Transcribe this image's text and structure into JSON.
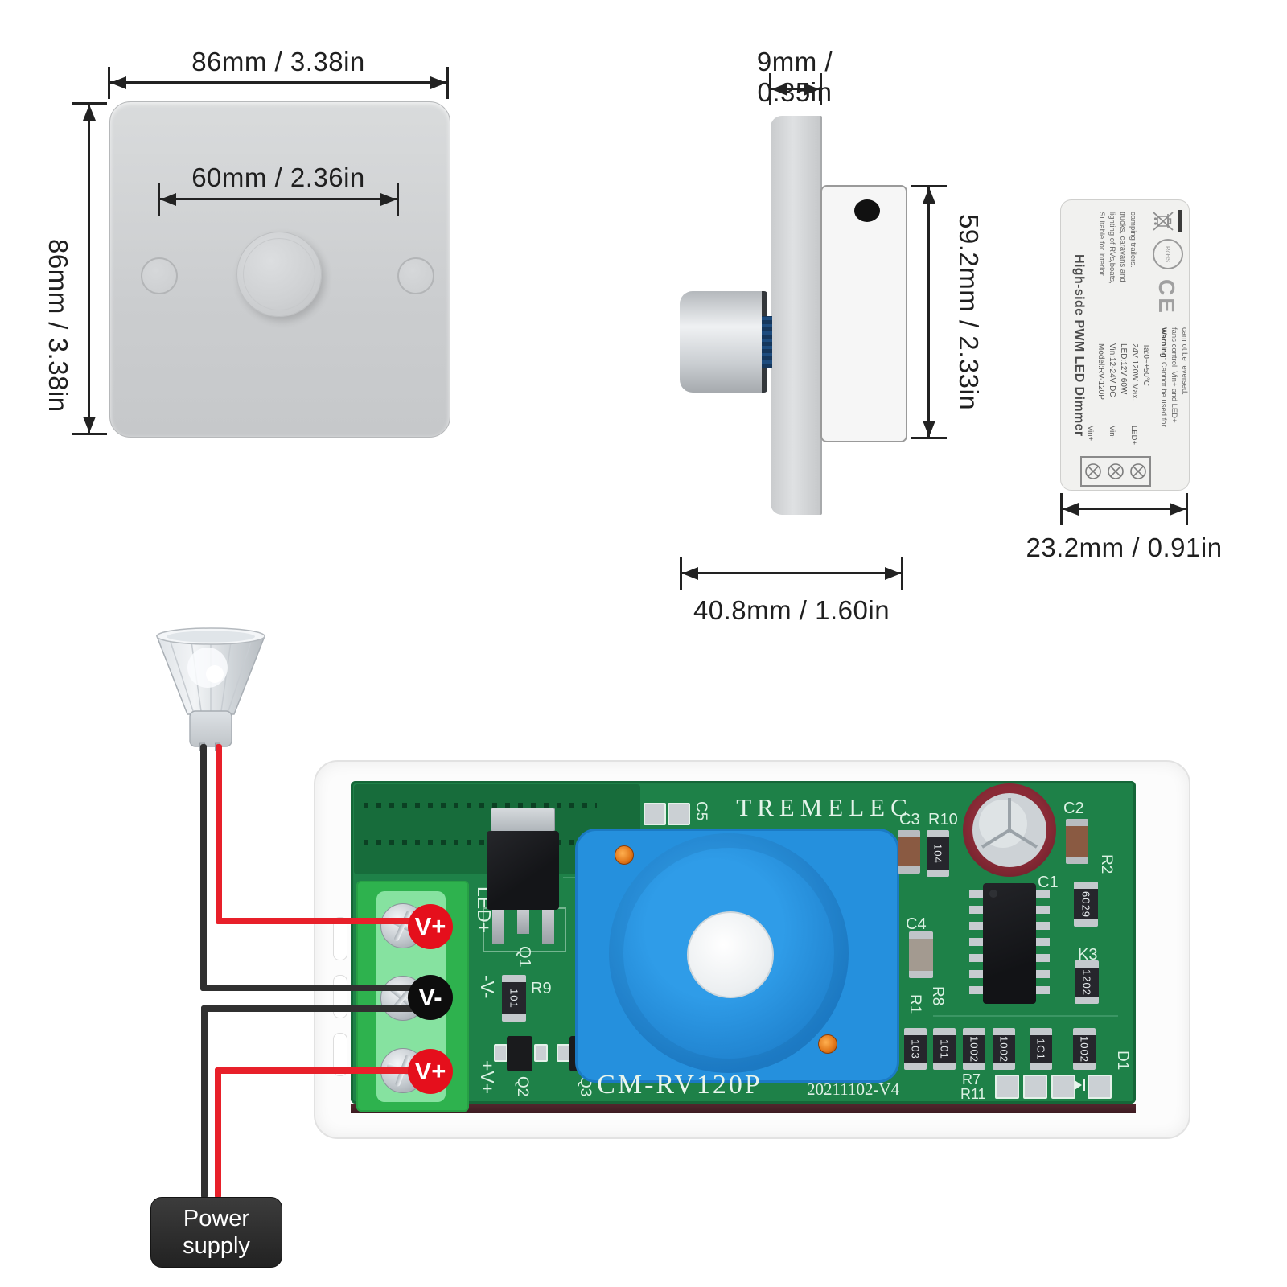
{
  "front_view": {
    "width_dim": "86mm / 3.38in",
    "height_dim": "86mm / 3.38in",
    "knob_dim": "60mm / 2.36in"
  },
  "side_view": {
    "plate_depth_dim": "9mm / 0.35in",
    "box_height_dim": "59.2mm / 2.33in",
    "total_depth_dim": "40.8mm / 1.60in"
  },
  "label": {
    "title": "High-side PWM LED Dimmer",
    "suitable_text": "Suitable for interior\nlighting of RVs,boats,\ntrucks, caravans and\ncamping trailers.",
    "specs_text": "Model:RV-120P\nVin:12-24V DC\nLED:12V 60W\n24V 120W Max.\nTa:0~+50°C",
    "terminals": [
      "Vin+",
      "Vin-",
      "LED+"
    ],
    "warning_bold": "Warning",
    "warning_text": ": Cannot be used for\nfans control, Vin+ and LED+\ncannot be reversed.",
    "ce_mark": "CE",
    "rohs_mark": "RoHS",
    "width_dim": "23.2mm / 0.91in"
  },
  "module": {
    "brand": "TREMELEC",
    "model_silk": "CM-RV120P",
    "version_silk": "20211102-V4",
    "badges": [
      "V+",
      "V-",
      "V+"
    ],
    "terminal_silk": [
      "LED+",
      "-V-",
      "+V+"
    ],
    "ref_labels": {
      "q1": "Q1",
      "q2": "Q2",
      "q3": "Q3",
      "r9": "R9",
      "r9_value": "101",
      "c5": "C5",
      "c3": "C3",
      "r10": "R10",
      "r10_value": "104",
      "c2": "C2",
      "c1": "C1",
      "c1_res_value": "6029",
      "r2": "R2",
      "c4": "C4",
      "r3": "K3",
      "r3_value": "1202",
      "r1": "R1",
      "r8": "R8",
      "r7": "R7",
      "r11": "R11",
      "d1": "D1"
    },
    "smd_row_values": [
      "103",
      "101",
      "1002",
      "1002",
      "1C1",
      "1002"
    ]
  },
  "wiring": {
    "power_supply_label": "Power\nsupply"
  },
  "colors": {
    "wire_positive": "#e8202a",
    "wire_negative": "#303030",
    "badge_red": "#e50f1c",
    "badge_black": "#0d0d0d",
    "pcb_green": "#1e8148",
    "pot_blue": "#2590dd",
    "terminal_green": "#2eb24e"
  }
}
